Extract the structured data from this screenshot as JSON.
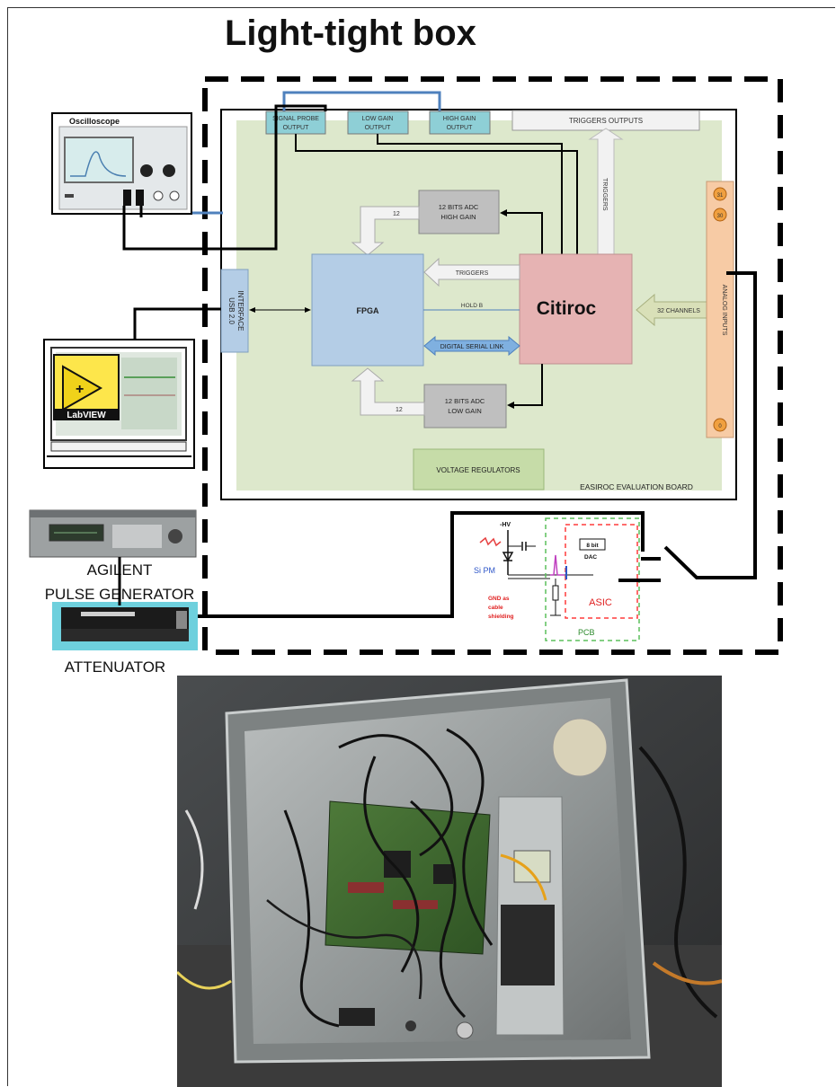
{
  "title": "Light-tight box",
  "oscilloscope": {
    "label": "Oscilloscope"
  },
  "board": {
    "label": "EASIROC EVALUATION BOARD",
    "signal_probe_output": [
      "SIGNAL PROBE",
      "OUTPUT"
    ],
    "low_gain_output": [
      "LOW GAIN",
      "OUTPUT"
    ],
    "high_gain_output": [
      "HIGH GAIN",
      "OUTPUT"
    ],
    "triggers_outputs": "TRIGGERS OUTPUTS",
    "triggers_vertical": "TRIGGERS",
    "adc_high": [
      "12 BITS ADC",
      "HIGH GAIN"
    ],
    "adc_low": [
      "12 BITS ADC",
      "LOW GAIN"
    ],
    "bits_label": "12",
    "usb_interface": [
      "USB 2.0",
      "INTERFACE"
    ],
    "fpga": "FPGA",
    "citiroc": "Citiroc",
    "triggers_arrow": "TRIGGERS",
    "hold_b": "HOLD B",
    "digital_serial_link": "DIGITAL SERIAL LINK",
    "channels_32": "32 CHANNELS",
    "analog_inputs": "ANALOG INPUTS",
    "channel_labels": [
      "31",
      "30",
      "0"
    ],
    "voltage_regulators": "VOLTAGE REGULATORS"
  },
  "labview": {
    "label": "LabVIEW"
  },
  "pulse_generator": {
    "label_line1": "AGILENT",
    "label_line2": "PULSE GENERATOR"
  },
  "attenuator": {
    "label": "ATTENUATOR"
  },
  "sipm_circuit": {
    "hv": "-HV",
    "sipm": "Si PM",
    "gnd_note": [
      "GND as",
      "cable",
      "shielding"
    ],
    "dac": "DAC",
    "dac_bits": "8 bit",
    "asic": "ASIC",
    "pcb": "PCB"
  },
  "colors": {
    "board_bg": "#dde8cc",
    "output_box": "#8ecfd6",
    "adc_box": "#bfbfbf",
    "fpga_box": "#b4cde6",
    "citiroc_box": "#e6b3b3",
    "analog_bar": "#f7cba5",
    "regulator_box": "#c6dca8",
    "link_blue": "#4f81bd",
    "asic_red": "#ff3b3b",
    "pcb_green": "#5cbf5c"
  }
}
